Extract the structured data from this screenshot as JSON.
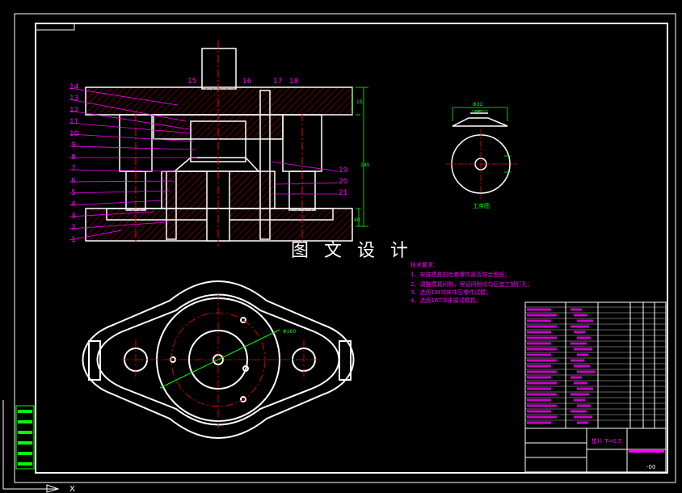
{
  "watermark": "图 文 设 计",
  "section_part_numbers_left": [
    "14",
    "13",
    "12",
    "11",
    "10",
    "9",
    "8",
    "7",
    "6",
    "5",
    "4",
    "3",
    "2",
    "1"
  ],
  "section_part_numbers_top": [
    "15",
    "16",
    "17",
    "18"
  ],
  "section_part_numbers_right": [
    "19",
    "20",
    "21"
  ],
  "dimensions": {
    "top_plate": "15",
    "total_height": "145",
    "bottom": "40",
    "diameter_plan": "Φ160",
    "workpiece_width": "Φ32",
    "workpiece_inner": "Φ6"
  },
  "workpiece_label": "工序图",
  "tech_requirements": {
    "title": "技术要求：",
    "items": [
      "1、安装模具前检查零件是否符合图纸；",
      "2、调整模具间隙，保证间隙均匀后加工销钉孔；",
      "3、选用16t冲床冲压零件试模；",
      "4、选用16T冲床调试模具。"
    ]
  },
  "title_block": {
    "name": "垫片 T=0.5",
    "drawing_no": "-00"
  },
  "colors": {
    "background": "#000000",
    "outline": "#ffffff",
    "center": "#ff0000",
    "label": "#ff00ff",
    "dimension": "#00ff00",
    "hatch": "#ff0000",
    "aux": "#00ffff"
  }
}
